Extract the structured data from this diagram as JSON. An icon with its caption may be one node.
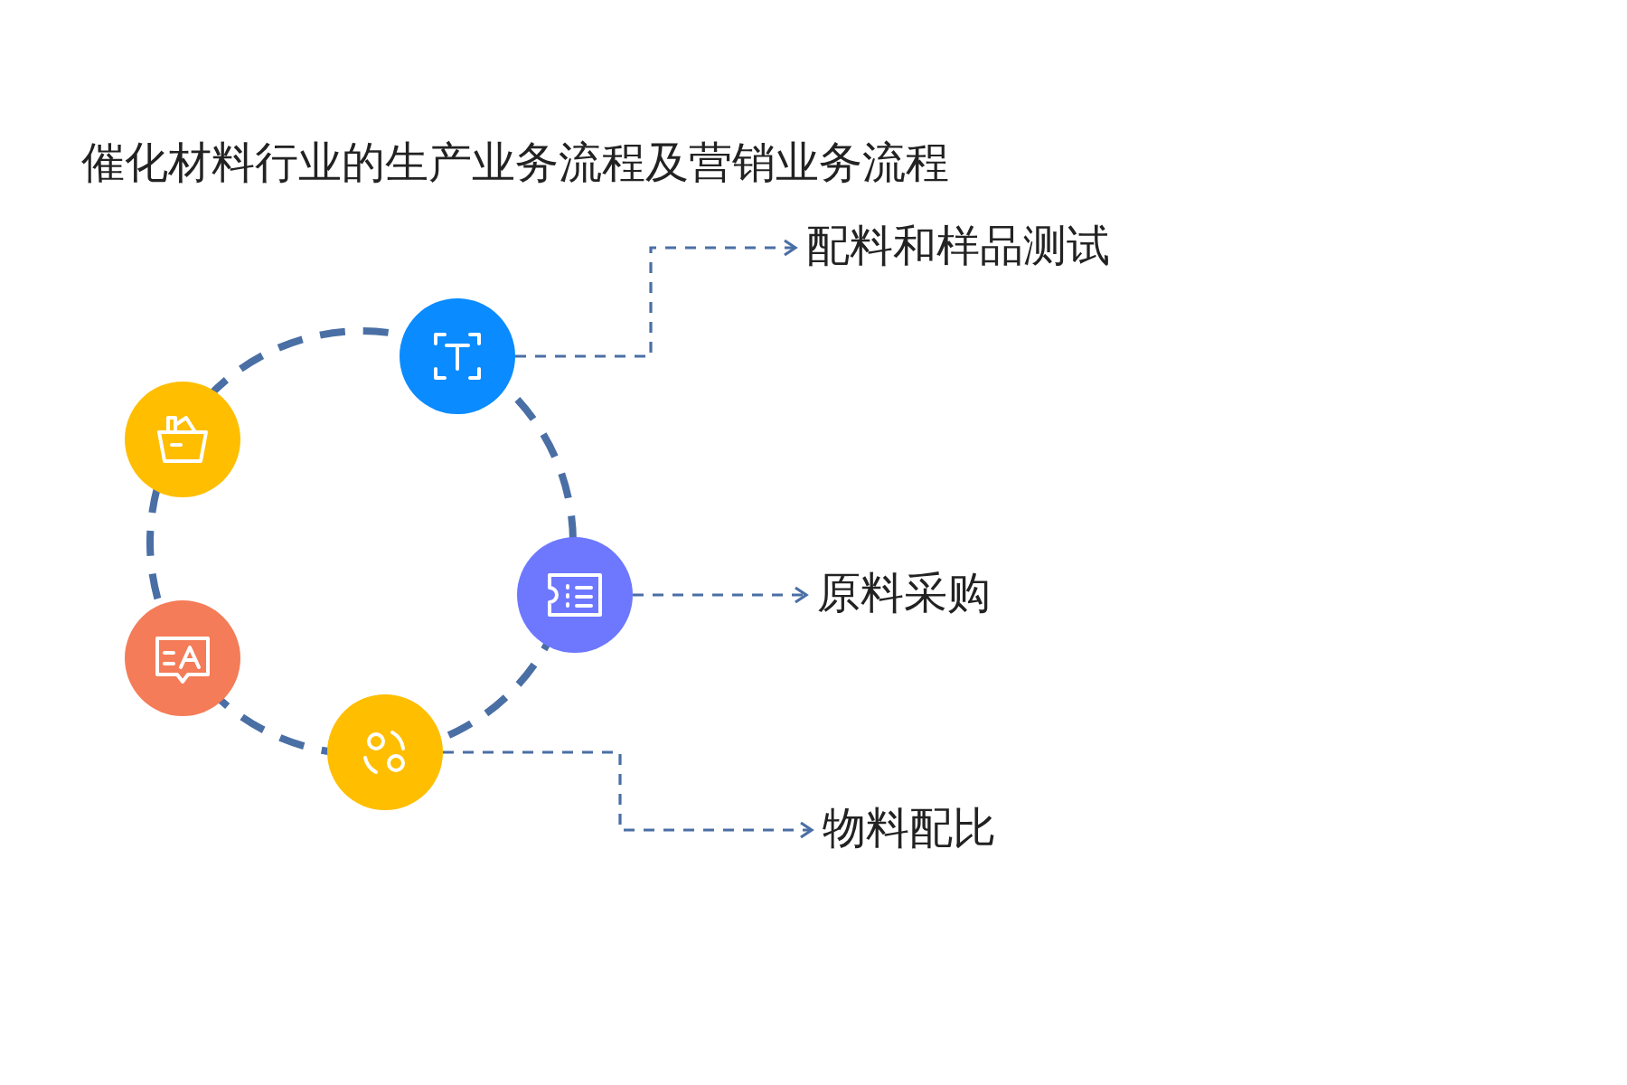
{
  "diagram": {
    "title": "催化材料行业的生产业务流程及营销业务流程",
    "nodes": [
      {
        "text": [],
        "shape": "circle"
      },
      {
        "text": [],
        "shape": "circle"
      },
      {
        "text": [],
        "shape": "circle"
      },
      {
        "text": [],
        "shape": "circle"
      },
      {
        "text": [],
        "shape": "circle"
      },
      {
        "text": [
          "配料和样品测试"
        ]
      },
      {
        "text": [
          "原料采购"
        ]
      },
      {
        "text": [
          "物料配比"
        ]
      }
    ],
    "edges": [
      {
        "from": 0,
        "to": 5,
        "arrow": "to",
        "style": "dashed"
      },
      {
        "from": 2,
        "to": 6,
        "arrow": "to",
        "style": "dashed"
      },
      {
        "from": 4,
        "to": 7,
        "arrow": "to",
        "style": "dashed"
      }
    ]
  }
}
